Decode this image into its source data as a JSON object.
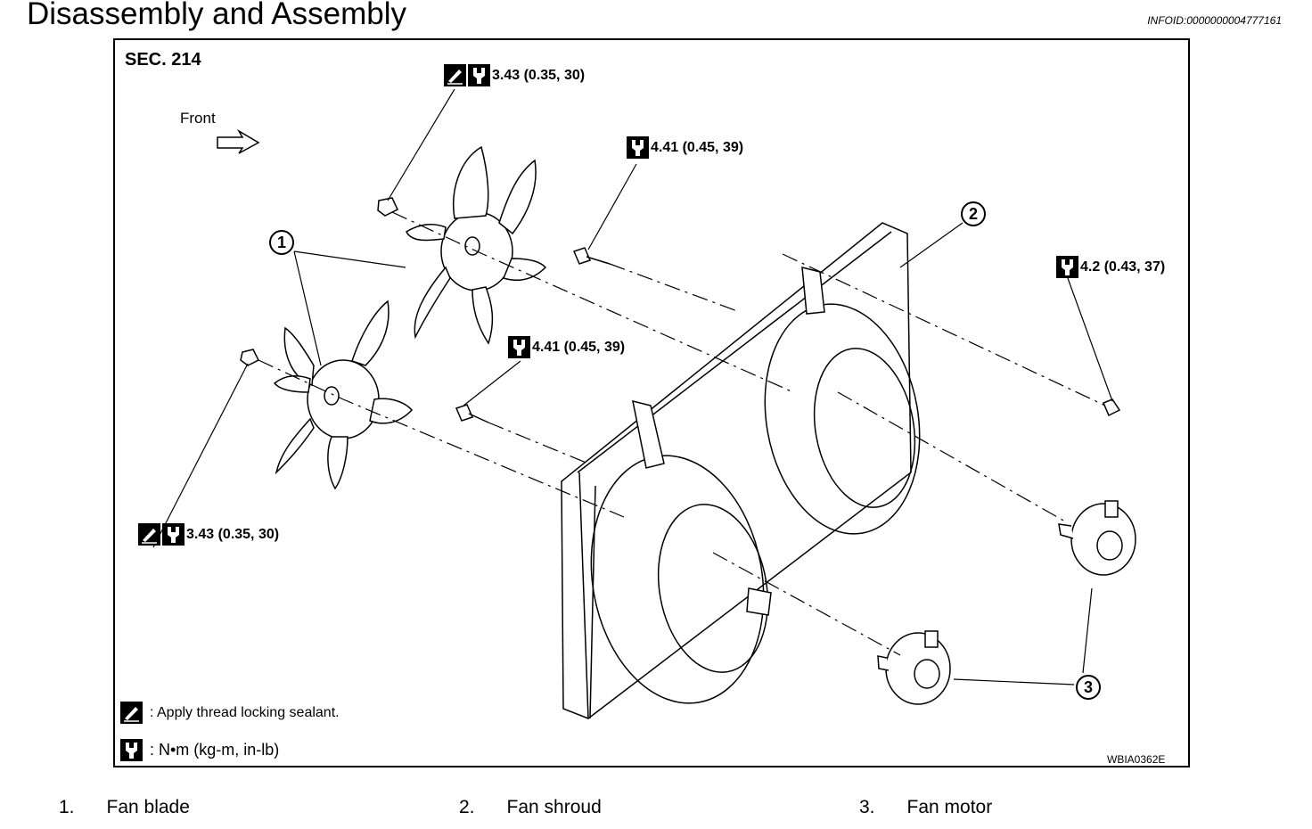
{
  "header": {
    "title": "Disassembly and Assembly",
    "infoid": "INFOID:0000000004777161"
  },
  "diagram": {
    "section": "SEC. 214",
    "front_label": "Front",
    "code": "WBIA0362E",
    "torques": [
      {
        "value": "3.43 (0.35, 30)",
        "icons": [
          "sealant-icon",
          "torque-icon"
        ]
      },
      {
        "value": "4.41 (0.45, 39)",
        "icons": [
          "torque-icon"
        ]
      },
      {
        "value": "4.2 (0.43, 37)",
        "icons": [
          "torque-icon"
        ]
      },
      {
        "value": "4.41 (0.45, 39)",
        "icons": [
          "torque-icon"
        ]
      },
      {
        "value": "3.43 (0.35, 30)",
        "icons": [
          "sealant-icon",
          "torque-icon"
        ]
      }
    ],
    "callouts": [
      "1",
      "2",
      "3"
    ],
    "legend": {
      "sealant": ": Apply thread locking sealant.",
      "torque_unit": ":  N•m  (kg-m,  in-lb)"
    }
  },
  "parts": [
    {
      "num": "1.",
      "name": "Fan blade"
    },
    {
      "num": "2.",
      "name": "Fan shroud"
    },
    {
      "num": "3.",
      "name": "Fan motor"
    }
  ]
}
